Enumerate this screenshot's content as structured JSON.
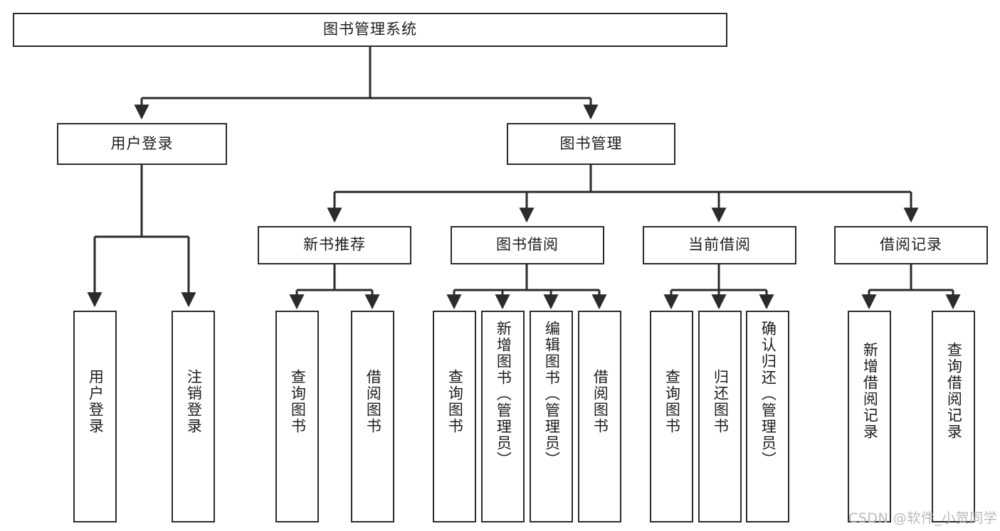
{
  "diagram": {
    "title": "图书管理系统",
    "type": "hierarchy-tree",
    "root": {
      "label": "图书管理系统"
    },
    "level2": [
      {
        "label": "用户登录"
      },
      {
        "label": "图书管理"
      }
    ],
    "level3": [
      {
        "label": "新书推荐"
      },
      {
        "label": "图书借阅"
      },
      {
        "label": "当前借阅"
      },
      {
        "label": "借阅记录"
      }
    ],
    "leaves": {
      "user_login": [
        {
          "label": "用户登录"
        },
        {
          "label": "注销登录"
        }
      ],
      "new_book_recommend": [
        {
          "label": "查询图书"
        },
        {
          "label": "借阅图书"
        }
      ],
      "book_borrow": [
        {
          "label": "查询图书"
        },
        {
          "label": "新增图书（管理员）"
        },
        {
          "label": "编辑图书（管理员）"
        },
        {
          "label": "借阅图书"
        }
      ],
      "current_borrow": [
        {
          "label": "查询图书"
        },
        {
          "label": "归还图书"
        },
        {
          "label": "确认归还（管理员）"
        }
      ],
      "borrow_record": [
        {
          "label": "新增借阅记录"
        },
        {
          "label": "查询借阅记录"
        }
      ]
    }
  },
  "watermark": {
    "text": "CSDN @软件_小贺同学"
  },
  "colors": {
    "stroke": "#2b2b2b",
    "text": "#1d1d1d",
    "background": "#ffffff",
    "watermark": "#b9b9b9"
  }
}
